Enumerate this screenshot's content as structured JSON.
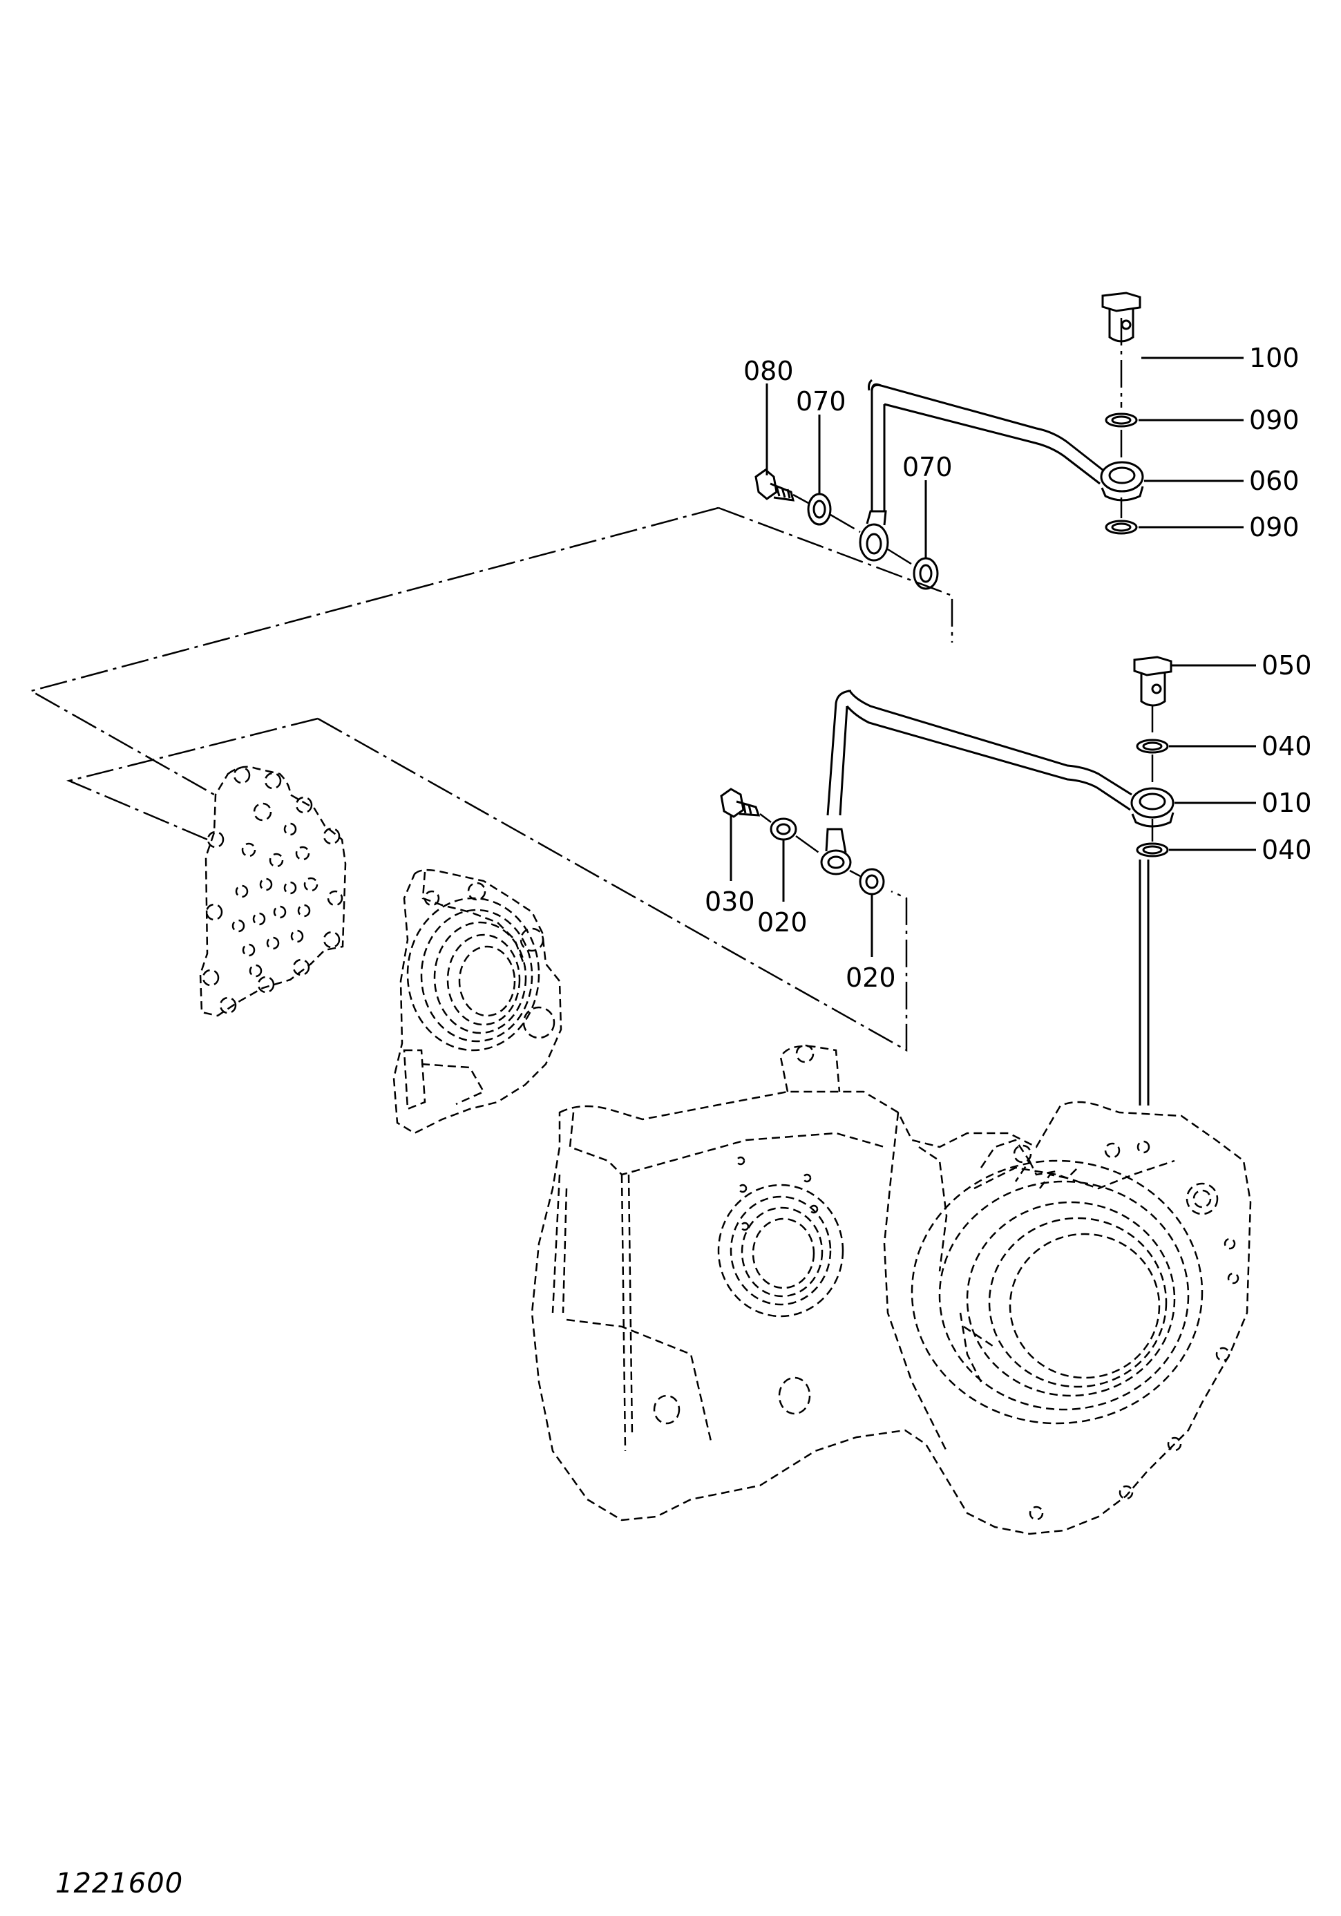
{
  "drawing_number": "1221600",
  "callouts": {
    "p100": "100",
    "p090a": "090",
    "p060": "060",
    "p090b": "090",
    "p080": "080",
    "p070a": "070",
    "p070b": "070",
    "p050": "050",
    "p040a": "040",
    "p010": "010",
    "p040b": "040",
    "p030": "030",
    "p020a": "020",
    "p020b": "020"
  }
}
